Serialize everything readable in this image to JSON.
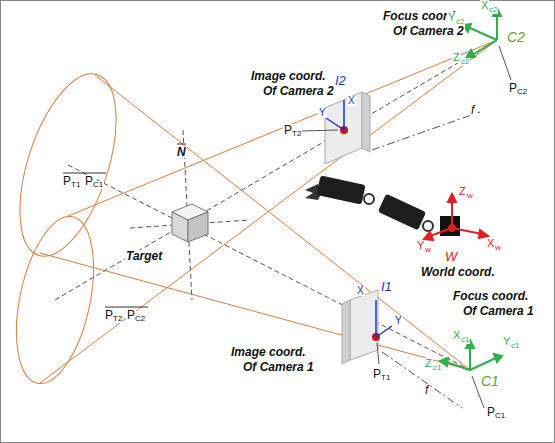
{
  "diagram": {
    "labels": [
      "Focus coord.",
      "Of Camera 2",
      "X",
      "c2",
      "Y",
      "c2",
      "Z",
      "c2",
      "C2",
      "P",
      "C2",
      "f",
      "Image coord.",
      "Of Camera 2",
      "I2",
      "X",
      "Y",
      "P",
      "T2",
      "N",
      "P",
      "T1",
      "P",
      "C1",
      "Target",
      "P",
      "T2",
      "P",
      "C2",
      "Z",
      "w",
      "X",
      "w",
      "Y",
      "w",
      "W",
      "World coord.",
      "X",
      "I1",
      "Y",
      "P",
      "T1",
      "Image coord.",
      "Of Camera 1",
      "Focus coord.",
      "Of Camera 1",
      "X",
      "c1",
      "Y",
      "c1",
      "Z",
      "c1",
      "C1",
      "f",
      "P",
      "C1"
    ]
  }
}
